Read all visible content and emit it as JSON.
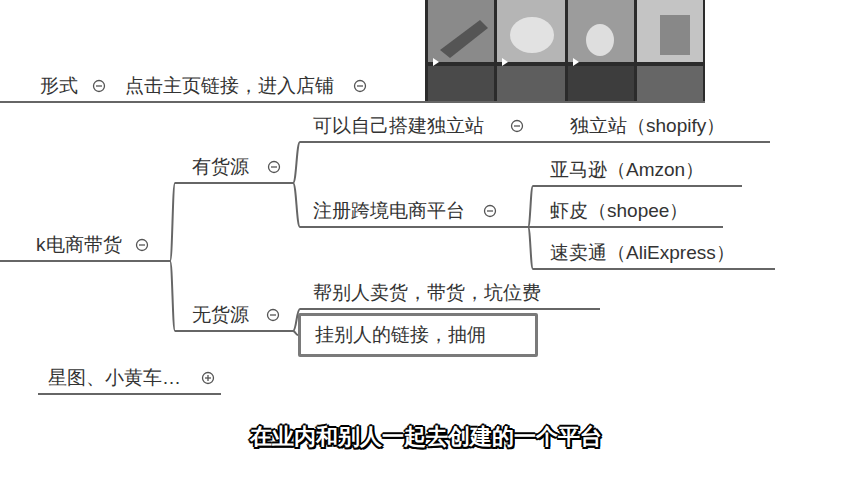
{
  "diagram": {
    "nodes": [
      {
        "text": [
          "形式"
        ]
      },
      {
        "text": [
          "点击主页链接，进入店铺"
        ]
      },
      {
        "text": [
          "k电商带货"
        ]
      },
      {
        "text": [
          "有货源"
        ]
      },
      {
        "text": [
          "可以自己搭建独立站"
        ]
      },
      {
        "text": [
          "独立站（shopify）"
        ]
      },
      {
        "text": [
          "注册跨境电商平台"
        ]
      },
      {
        "text": [
          "亚马逊（Amzon）"
        ]
      },
      {
        "text": [
          "虾皮（shopee）"
        ]
      },
      {
        "text": [
          "速卖通（AliExpress）"
        ]
      },
      {
        "text": [
          "无货源"
        ]
      },
      {
        "text": [
          "帮别人卖货，带货，坑位费"
        ]
      },
      {
        "text": [
          "挂别人的链接，抽佣"
        ]
      },
      {
        "text": [
          "星图、小黄车…"
        ]
      }
    ],
    "edges": [
      {
        "from": 0,
        "to": 1,
        "arrow": "none"
      },
      {
        "from": 2,
        "to": 3,
        "arrow": "none"
      },
      {
        "from": 2,
        "to": 10,
        "arrow": "none"
      },
      {
        "from": 3,
        "to": 4,
        "arrow": "none"
      },
      {
        "from": 3,
        "to": 6,
        "arrow": "none"
      },
      {
        "from": 4,
        "to": 5,
        "arrow": "none"
      },
      {
        "from": 6,
        "to": 7,
        "arrow": "none"
      },
      {
        "from": 6,
        "to": 8,
        "arrow": "none"
      },
      {
        "from": 6,
        "to": 9,
        "arrow": "none"
      },
      {
        "from": 10,
        "to": 11,
        "arrow": "none"
      },
      {
        "from": 10,
        "to": 12,
        "arrow": "none"
      }
    ],
    "labels": [
      "在业内和别人一起去创建的一个平台"
    ]
  }
}
